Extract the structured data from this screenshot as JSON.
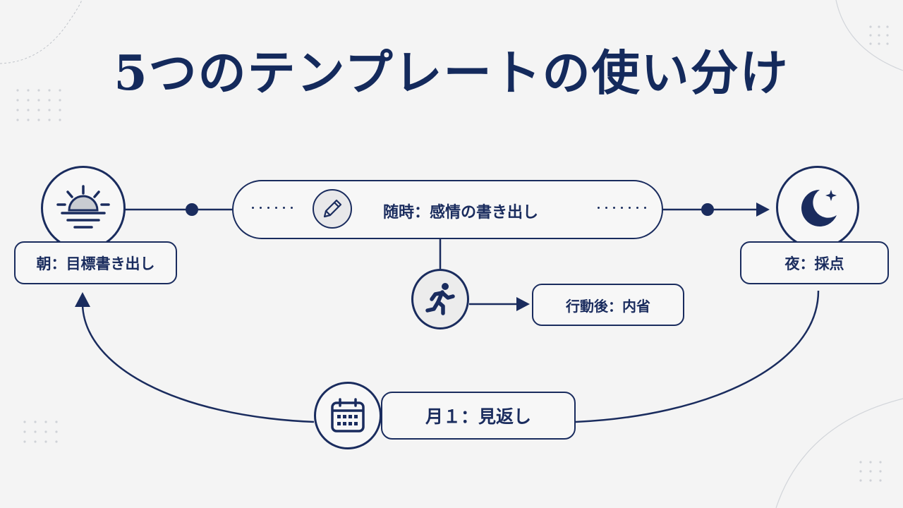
{
  "title": "5つのテンプレートの使い分け",
  "nodes": {
    "morning": {
      "label": "朝：目標書き出し",
      "icon": "sunrise-icon"
    },
    "anytime": {
      "label": "随時：感情の書き出し",
      "icon": "pencil-icon"
    },
    "night": {
      "label": "夜：採点",
      "icon": "moon-star-icon"
    },
    "action": {
      "label": "行動後：内省",
      "icon": "running-person-icon"
    },
    "monthly": {
      "label": "月１：見返し",
      "icon": "calendar-icon"
    }
  },
  "colors": {
    "primary": "#1a2c5e",
    "background": "#f4f4f4"
  }
}
